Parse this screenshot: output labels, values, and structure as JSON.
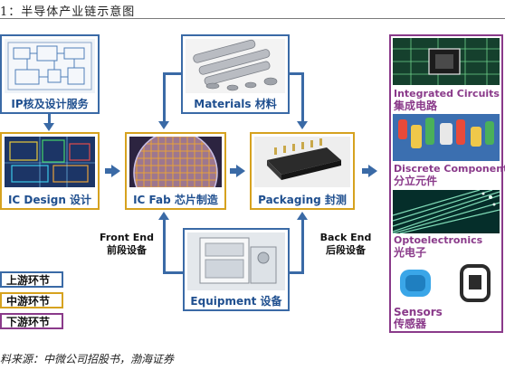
{
  "title": "1：半导体产业链示意图",
  "nodes": {
    "ip": "IP核及设计服务",
    "materials": "Materials 材料",
    "ic_design": "IC Design 设计",
    "ic_fab": "IC Fab 芯片制造",
    "packaging": "Packaging 封测",
    "equipment": "Equipment 设备"
  },
  "stages": {
    "front_end_en": "Front End",
    "front_end_cn": "前段设备",
    "back_end_en": "Back End",
    "back_end_cn": "后段设备"
  },
  "legend": [
    {
      "label": "上游环节",
      "color": "#3a6aa6"
    },
    {
      "label": "中游环节",
      "color": "#d6a21f"
    },
    {
      "label": "下游环节",
      "color": "#8a3a8a"
    }
  ],
  "applications": [
    {
      "en": "Integrated Circuits",
      "cn": "集成电路"
    },
    {
      "en": "Discrete Components",
      "cn": "分立元件"
    },
    {
      "en": "Optoelectronics",
      "cn": "光电子"
    },
    {
      "en": "Sensors",
      "cn": "传感器"
    }
  ],
  "footer": "料来源：中微公司招股书，渤海证券"
}
